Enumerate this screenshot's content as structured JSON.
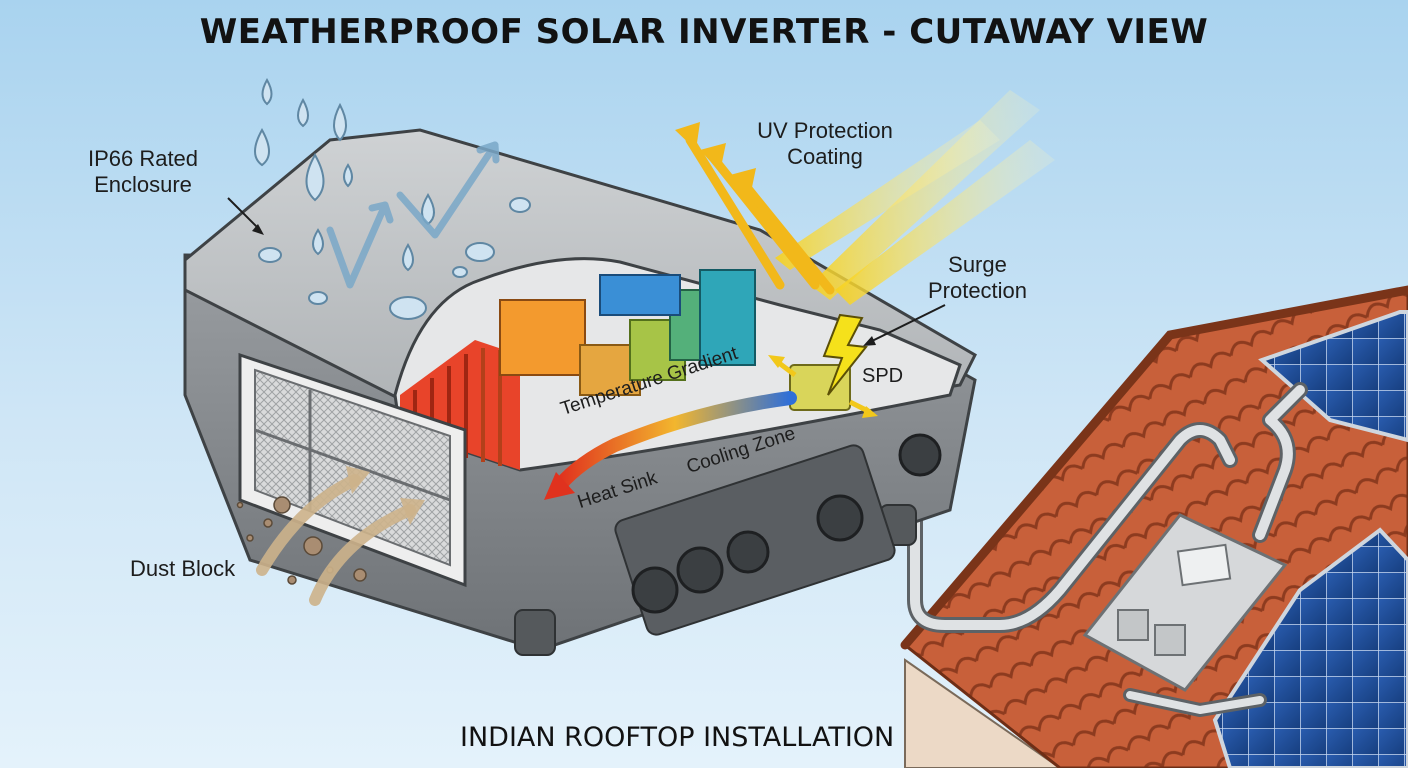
{
  "title": "WEATHERPROOF SOLAR INVERTER - CUTAWAY VIEW",
  "footer": "INDIAN ROOFTOP INSTALLATION",
  "labels": {
    "ip66_line1": "IP66 Rated",
    "ip66_line2": "Enclosure",
    "uv_line1": "UV Protection",
    "uv_line2": "Coating",
    "surge_line1": "Surge",
    "surge_line2": "Protection",
    "spd": "SPD",
    "temperature_gradient": "Temperature Gradient",
    "heat_sink": "Heat Sink",
    "cooling_zone": "Cooling Zone",
    "dust_block": "Dust Block"
  },
  "icons": [
    "rain-drop-icon",
    "sun-ray-icon",
    "lightning-bolt-icon",
    "dust-particle-icon",
    "solar-panel-icon"
  ],
  "colors": {
    "hot": "#e8442a",
    "warm": "#f39a2e",
    "mid": "#7fc24a",
    "cool": "#2f8fd8",
    "lightning": "#f5e11b",
    "roof_tile": "#c8603a",
    "solar_panel": "#1e4f9a",
    "sky_top": "#a9d3ef"
  }
}
